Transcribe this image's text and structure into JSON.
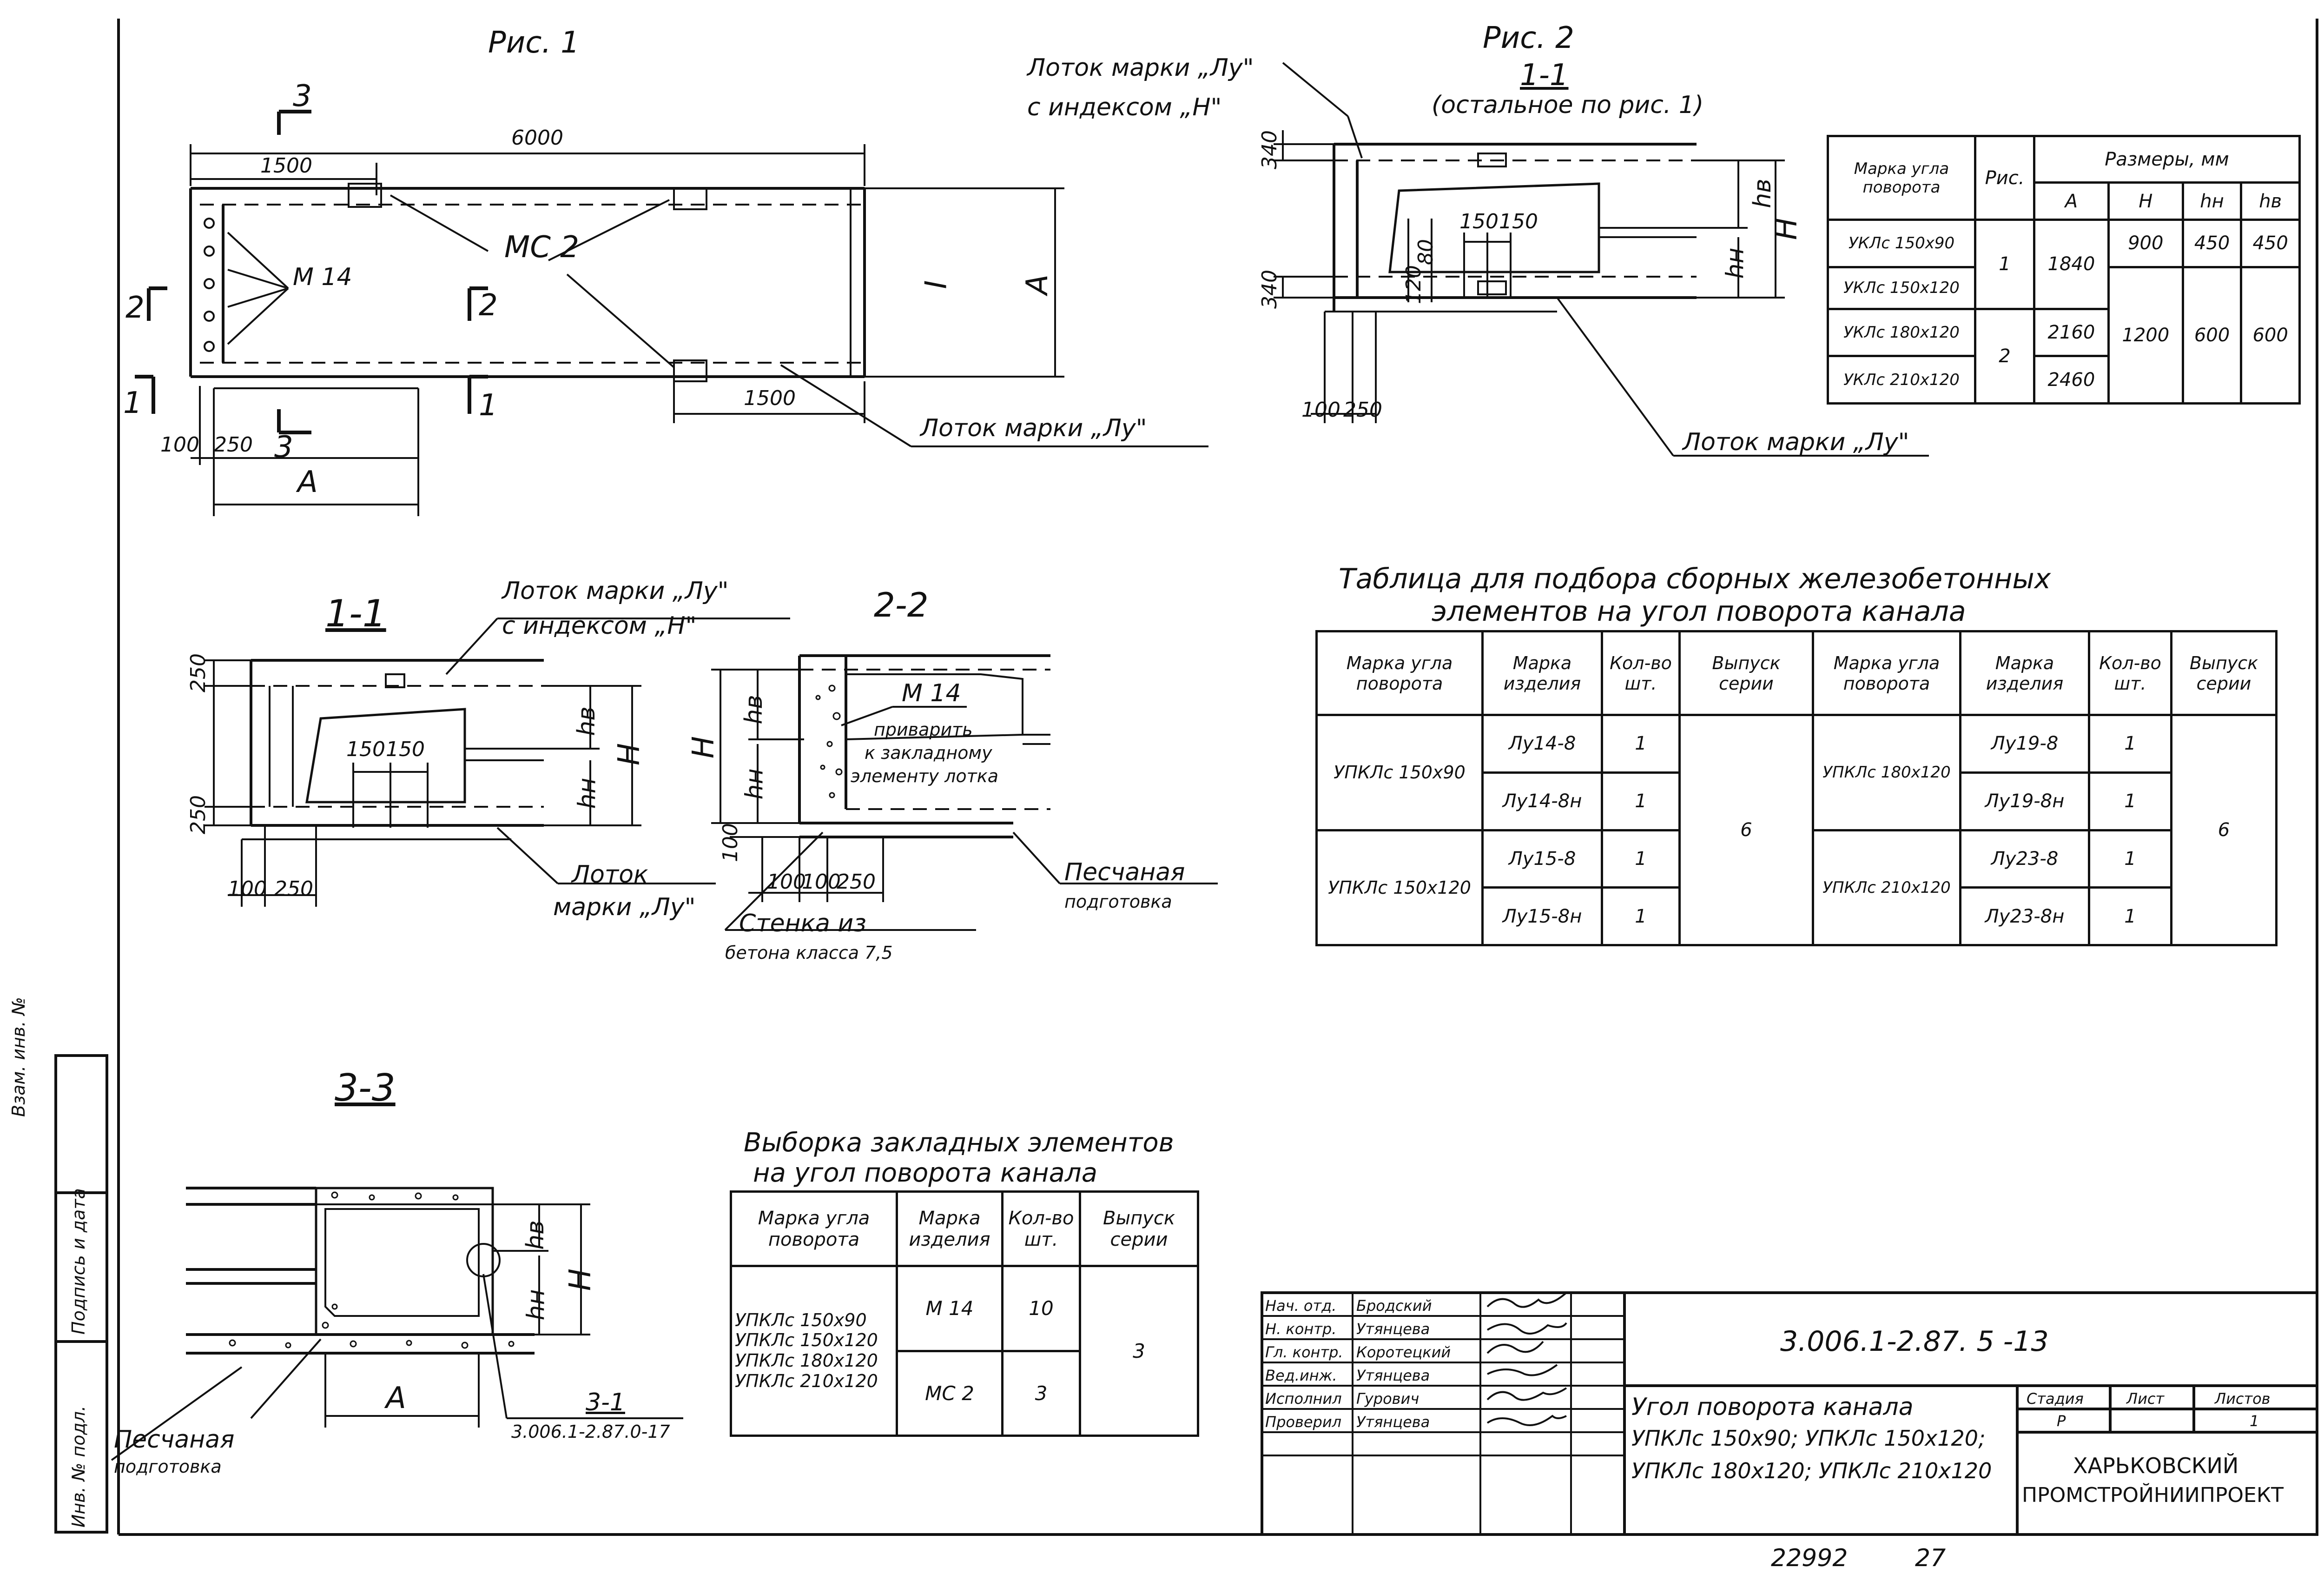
{
  "fig1": {
    "title": "Рис. 1",
    "dims": {
      "len": "6000",
      "d1500a": "1500",
      "d1500b": "1500",
      "d100": "100",
      "d250": "250",
      "A": "A",
      "A2": "A",
      "I": "I"
    },
    "labels": {
      "m14": "M 14",
      "mc2": "MC 2",
      "lotok": "Лоток марки „Лу\""
    },
    "cuts": {
      "c3top": "3",
      "c3bot": "3",
      "c2l": "2",
      "c2r": "2",
      "c1l": "1",
      "c1r": "1"
    }
  },
  "fig2": {
    "title": "Рис. 2",
    "section": "1-1",
    "note": "(остальное по рис. 1)",
    "lotok_h_line1": "Лоток марки „Лу\"",
    "lotok_h_line2": "с индексом „Н\"",
    "lotok": "Лоток марки „Лу\"",
    "dims": {
      "d340a": "340",
      "d340b": "340",
      "d150a": "150",
      "d150b": "150",
      "d120": "120",
      "d80": "80",
      "d100": "100",
      "d250": "250",
      "hb": "hв",
      "hh": "hн",
      "H": "H"
    }
  },
  "size_table": {
    "h_mark": "Марка угла поворота",
    "h_fig": "Рис.",
    "h_sizes": "Размеры, мм",
    "h_A": "A",
    "h_H": "H",
    "h_hh": "hн",
    "h_hb": "hв",
    "rows": [
      {
        "mark": "УКЛс 150х90",
        "fig": "1",
        "A": "1840",
        "H": "900",
        "hh": "450",
        "hb": "450"
      },
      {
        "mark": "УКЛс 150х120",
        "fig": "",
        "A": "",
        "H": "",
        "hh": "",
        "hb": ""
      },
      {
        "mark": "УКЛс 180х120",
        "fig": "2",
        "A": "2160",
        "H": "1200",
        "hh": "600",
        "hb": "600"
      },
      {
        "mark": "УКЛс 210х120",
        "fig": "",
        "A": "2460",
        "H": "",
        "hh": "",
        "hb": ""
      }
    ]
  },
  "sec11": {
    "title": "1-1",
    "lotok_line1": "Лоток марки „Лу\"",
    "lotok_line2": "с индексом „Н\"",
    "lotok_b1": "Лоток",
    "lotok_b2": "марки „Лу\"",
    "dims": {
      "d250a": "250",
      "d250b": "250",
      "d150a": "150",
      "d150b": "150",
      "d100": "100",
      "d250c": "250",
      "hb": "hв",
      "hh": "hн",
      "H": "H"
    }
  },
  "sec22": {
    "title": "2-2",
    "m14": "M 14",
    "weld1": "приварить",
    "weld2": "к закладному",
    "weld3": "элементу лотка",
    "sand1": "Песчаная",
    "sand2": "подготовка",
    "wall1": "Стенка из",
    "wall2": "бетона класса 7,5",
    "dims": {
      "d100a": "100",
      "d100b": "100",
      "d100c": "100",
      "d250": "250",
      "H": "H",
      "hb": "hв",
      "hh": "hн"
    }
  },
  "main_table": {
    "title1": "Таблица для подбора сборных железобетонных",
    "title2": "элементов на угол поворота канала",
    "h_mark": "Марка угла поворота",
    "h_item": "Марка изделия",
    "h_qty": "Кол-во шт.",
    "h_series": "Выпуск серии",
    "left": [
      {
        "mark": "УПКЛс 150х90",
        "items": [
          {
            "item": "Лу14-8",
            "qty": "1"
          },
          {
            "item": "Лу14-8н",
            "qty": "1"
          }
        ]
      },
      {
        "mark": "УПКЛс 150х120",
        "items": [
          {
            "item": "Лу15-8",
            "qty": "1"
          },
          {
            "item": "Лу15-8н",
            "qty": "1"
          }
        ]
      }
    ],
    "left_series": "6",
    "right": [
      {
        "mark": "УПКЛс 180х120",
        "items": [
          {
            "item": "Лу19-8",
            "qty": "1"
          },
          {
            "item": "Лу19-8н",
            "qty": "1"
          }
        ]
      },
      {
        "mark": "УПКЛс 210х120",
        "items": [
          {
            "item": "Лу23-8",
            "qty": "1"
          },
          {
            "item": "Лу23-8н",
            "qty": "1"
          }
        ]
      }
    ],
    "right_series": "6"
  },
  "sec33": {
    "title": "3-3",
    "sand1": "Песчаная",
    "sand2": "подготовка",
    "A": "A",
    "ref_num": "3-1",
    "ref_doc": "3.006.1-2.87.0-17",
    "dims": {
      "hb": "hв",
      "hh": "hн",
      "H": "H"
    }
  },
  "embed_table": {
    "title1": "Выборка закладных элементов",
    "title2": "на угол поворота канала",
    "h_mark": "Марка угла поворота",
    "h_item": "Марка изделия",
    "h_qty": "Кол-во шт.",
    "h_series": "Выпуск серии",
    "marks": [
      "УПКЛс 150х90",
      "УПКЛс 150х120",
      "УПКЛс 180х120",
      "УПКЛс 210х120"
    ],
    "items": [
      {
        "item": "M 14",
        "qty": "10"
      },
      {
        "item": "MC 2",
        "qty": "3"
      }
    ],
    "series": "3"
  },
  "title_block": {
    "roles": [
      {
        "role": "Нач. отд.",
        "name": "Бродский"
      },
      {
        "role": "Н. контр.",
        "name": "Утянцева"
      },
      {
        "role": "Гл. контр.",
        "name": "Коротецкий"
      },
      {
        "role": "Вед.инж.",
        "name": "Утянцева"
      },
      {
        "role": "Исполнил",
        "name": "Гурович"
      },
      {
        "role": "Проверил",
        "name": "Утянцева"
      }
    ],
    "doc_number": "3.006.1-2.87. 5 -13",
    "name_line1": "Угол поворота канала",
    "name_line2": "УПКЛс 150х90; УПКЛс 150х120;",
    "name_line3": "УПКЛс 180х120; УПКЛс 210х120",
    "stage_label": "Стадия",
    "sheet_label": "Лист",
    "sheets_label": "Листов",
    "stage": "Р",
    "sheets": "1",
    "org1": "ХАРЬКОВСКИЙ",
    "org2": "ПРОМСТРОЙНИИПРОЕКТ"
  },
  "side_stamp": {
    "c1": "Взам. инв. №",
    "c2": "Подпись и дата",
    "c3": "Инв. № подл."
  },
  "footer": {
    "num": "22992",
    "page": "27"
  }
}
